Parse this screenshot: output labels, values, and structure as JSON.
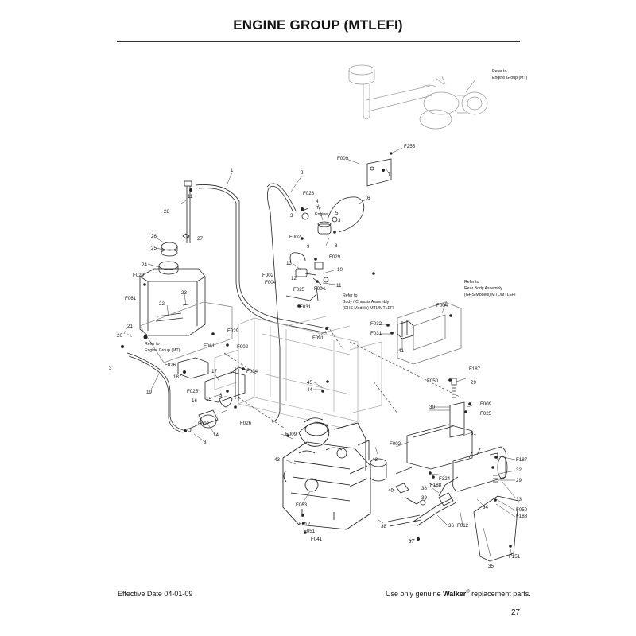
{
  "title": "ENGINE GROUP (MTLEFI)",
  "footer": {
    "effective_date": "Effective Date 04-01-09",
    "genuine_pre": "Use only genuine ",
    "genuine_brand": "Walker",
    "genuine_reg": "®",
    "genuine_post": " replacement parts.",
    "page_number": "27"
  },
  "refs": [
    {
      "id": "ref-engine-mt-top",
      "lines": [
        "Refer to",
        "Engine Group (MT)"
      ]
    },
    {
      "id": "ref-body-chassis",
      "lines": [
        "Refer to",
        "Body / Chassis Assembly",
        "(GHS Models) MTL/MTLEFI"
      ]
    },
    {
      "id": "ref-rear-body",
      "lines": [
        "Refer to",
        "Rear Body Assembly",
        "(GHS Models) MTL/MTLEFI"
      ]
    },
    {
      "id": "ref-engine-mt-left",
      "lines": [
        "Refer to",
        "Engine Group (MT)"
      ]
    },
    {
      "id": "to-engine",
      "lines": [
        "To",
        "Engine"
      ]
    }
  ],
  "callouts": [
    {
      "id": "c1",
      "text": "1"
    },
    {
      "id": "c2",
      "text": "2"
    },
    {
      "id": "c3a",
      "text": "3"
    },
    {
      "id": "c3b",
      "text": "3"
    },
    {
      "id": "c3c",
      "text": "3"
    },
    {
      "id": "c3d",
      "text": "3"
    },
    {
      "id": "c3e",
      "text": "3"
    },
    {
      "id": "c4",
      "text": "4"
    },
    {
      "id": "c5",
      "text": "5"
    },
    {
      "id": "c6",
      "text": "6"
    },
    {
      "id": "c7",
      "text": "7"
    },
    {
      "id": "c8",
      "text": "8"
    },
    {
      "id": "c9",
      "text": "9"
    },
    {
      "id": "c10",
      "text": "10"
    },
    {
      "id": "c11a",
      "text": "11"
    },
    {
      "id": "c11b",
      "text": "11"
    },
    {
      "id": "c12",
      "text": "12"
    },
    {
      "id": "c13",
      "text": "13"
    },
    {
      "id": "c14",
      "text": "14"
    },
    {
      "id": "c15",
      "text": "15"
    },
    {
      "id": "c16",
      "text": "16"
    },
    {
      "id": "c17",
      "text": "17"
    },
    {
      "id": "c18",
      "text": "18"
    },
    {
      "id": "c19",
      "text": "19"
    },
    {
      "id": "c20",
      "text": "20"
    },
    {
      "id": "c21",
      "text": "21"
    },
    {
      "id": "c22",
      "text": "22"
    },
    {
      "id": "c23",
      "text": "23"
    },
    {
      "id": "c24",
      "text": "24"
    },
    {
      "id": "c25",
      "text": "25"
    },
    {
      "id": "c26",
      "text": "26"
    },
    {
      "id": "c27",
      "text": "27"
    },
    {
      "id": "c28",
      "text": "28"
    },
    {
      "id": "c29a",
      "text": "29"
    },
    {
      "id": "c29b",
      "text": "29"
    },
    {
      "id": "c30",
      "text": "30"
    },
    {
      "id": "c31",
      "text": "31"
    },
    {
      "id": "c32",
      "text": "32"
    },
    {
      "id": "c33",
      "text": "33"
    },
    {
      "id": "c34",
      "text": "34"
    },
    {
      "id": "c35",
      "text": "35"
    },
    {
      "id": "c36",
      "text": "36"
    },
    {
      "id": "c37",
      "text": "37"
    },
    {
      "id": "c38a",
      "text": "38"
    },
    {
      "id": "c38b",
      "text": "38"
    },
    {
      "id": "c39",
      "text": "39"
    },
    {
      "id": "c40",
      "text": "40"
    },
    {
      "id": "c41",
      "text": "41"
    },
    {
      "id": "c42",
      "text": "42"
    },
    {
      "id": "c43",
      "text": "43"
    },
    {
      "id": "c44",
      "text": "44"
    },
    {
      "id": "c45",
      "text": "45"
    },
    {
      "id": "f255",
      "text": "F255"
    },
    {
      "id": "f009a",
      "text": "F009"
    },
    {
      "id": "f009b",
      "text": "F009"
    },
    {
      "id": "f009c",
      "text": "F009"
    },
    {
      "id": "f026a",
      "text": "F026"
    },
    {
      "id": "f026b",
      "text": "F026"
    },
    {
      "id": "f026c",
      "text": "F026"
    },
    {
      "id": "f002a",
      "text": "F002"
    },
    {
      "id": "f002b",
      "text": "F002"
    },
    {
      "id": "f002c",
      "text": "F002"
    },
    {
      "id": "f002d",
      "text": "F002"
    },
    {
      "id": "f002e",
      "text": "F002"
    },
    {
      "id": "f029a",
      "text": "F029"
    },
    {
      "id": "f029b",
      "text": "F029"
    },
    {
      "id": "f029c",
      "text": "F029"
    },
    {
      "id": "f004a",
      "text": "F004"
    },
    {
      "id": "f004b",
      "text": "F004"
    },
    {
      "id": "f004c",
      "text": "F004"
    },
    {
      "id": "f025a",
      "text": "F025"
    },
    {
      "id": "f025b",
      "text": "F025"
    },
    {
      "id": "f025c",
      "text": "F025"
    },
    {
      "id": "f031a",
      "text": "F031"
    },
    {
      "id": "f031b",
      "text": "F031"
    },
    {
      "id": "f061a",
      "text": "F061"
    },
    {
      "id": "f061b",
      "text": "F061"
    },
    {
      "id": "f091",
      "text": "F091"
    },
    {
      "id": "f032",
      "text": "F032"
    },
    {
      "id": "f034",
      "text": "F034"
    },
    {
      "id": "f187a",
      "text": "F187"
    },
    {
      "id": "f187b",
      "text": "F187"
    },
    {
      "id": "f050a",
      "text": "F050"
    },
    {
      "id": "f050b",
      "text": "F050"
    },
    {
      "id": "f188a",
      "text": "F188"
    },
    {
      "id": "f188b",
      "text": "F188"
    },
    {
      "id": "f324",
      "text": "F324"
    },
    {
      "id": "f012a",
      "text": "F012"
    },
    {
      "id": "f012b",
      "text": "F012"
    },
    {
      "id": "f051",
      "text": "F051"
    },
    {
      "id": "f041",
      "text": "F041"
    },
    {
      "id": "f063",
      "text": "F063"
    },
    {
      "id": "f151",
      "text": "F151"
    }
  ]
}
